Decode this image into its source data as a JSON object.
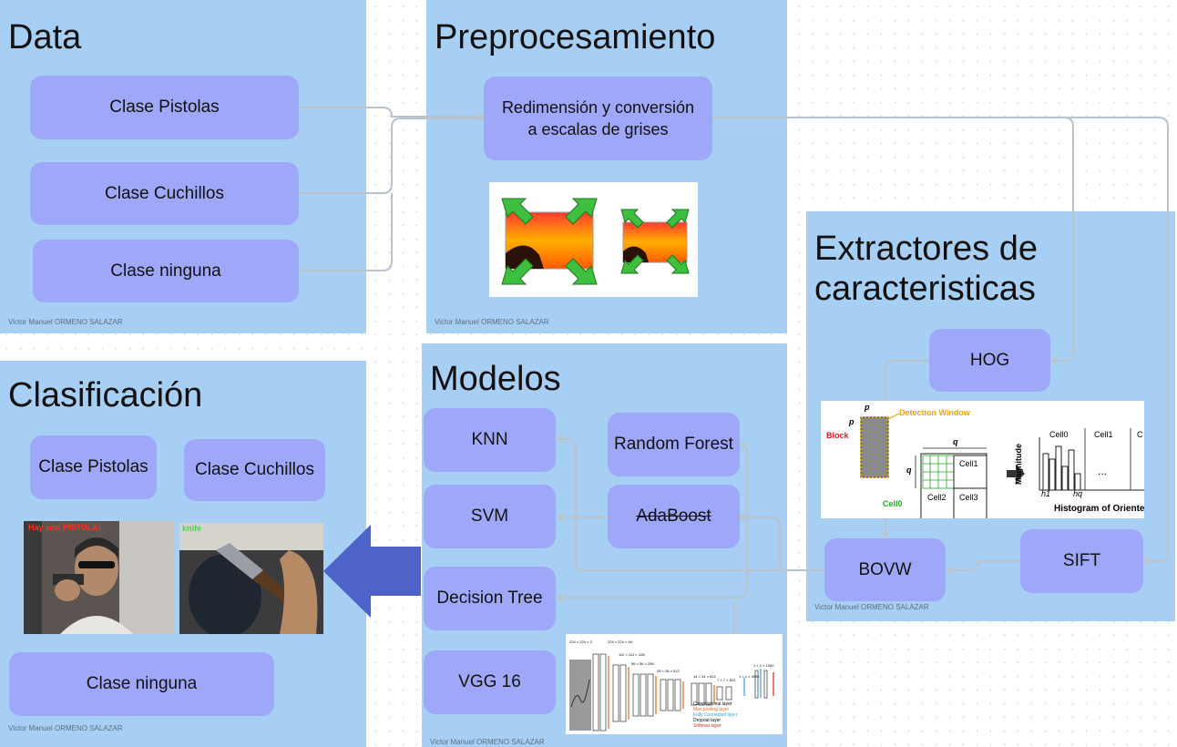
{
  "panels": {
    "data": {
      "title": "Data",
      "credit": "Victor Manuel ORMENO SALAZAR"
    },
    "preprocesamiento": {
      "title": "Preprocesamiento",
      "credit": "Victor Manuel ORMENO SALAZAR"
    },
    "extractores": {
      "title": "Extractores de\ncaracteristicas",
      "credit": "Victor Manuel ORMENO SALAZAR"
    },
    "modelos": {
      "title": "Modelos",
      "credit": "Victor Manuel ORMENO SALAZAR"
    },
    "clasificacion": {
      "title": "Clasificación",
      "credit": "Victor Manuel ORMENO SALAZAR"
    }
  },
  "data_nodes": [
    "Clase Pistolas",
    "Clase Cuchillos",
    "Clase ninguna"
  ],
  "preprocess_node": "Redimensión y conversión\na escalas de grises",
  "extractor_nodes": {
    "hog": "HOG",
    "sift": "SIFT",
    "bovw": "BOVW"
  },
  "model_nodes": {
    "knn": "KNN",
    "svm": "SVM",
    "decision_tree": "Decision Tree",
    "vgg16": "VGG 16",
    "random_forest": "Random Forest",
    "adaboost": "AdaBoost"
  },
  "class_nodes": {
    "pistolas": "Clase Pistolas",
    "cuchillos": "Clase Cuchillos",
    "ninguna": "Clase ninguna"
  },
  "hog_figure": {
    "p": "p",
    "detection_window": "Detection Window",
    "block": "Block",
    "q": "q",
    "cell0": "Cell0",
    "cell1": "Cell1",
    "cell2": "Cell2",
    "cell3": "Cell3",
    "magnitude": "Magnitude",
    "hist_cell0": "Cell0",
    "hist_cell1": "Cell1",
    "hist_c": "C",
    "ellipsis": "...",
    "h1": "h1",
    "hq": "hq",
    "histogram": "Histogram of Oriente"
  },
  "photos": {
    "left_label": "Hay uno PISTOLA!",
    "right_label": "knife"
  },
  "vgg_figure": {
    "dims": [
      "224 × 224 × 3",
      "224 × 224 × 64",
      "112 × 112 × 128",
      "56 × 56 × 256",
      "28 × 28 × 512",
      "14 × 14 × 512",
      "7 × 7 × 512",
      "1 × 1 × 4096",
      "1 × 1 × 1000"
    ],
    "legend": [
      "Convolutional layer",
      "Max pooling layer",
      "Fully Connected layer",
      "Dropout layer",
      "Softmax layer"
    ]
  },
  "colors": {
    "panel": "#a7cff3",
    "node": "#9fa8f8",
    "connector": "#b9c3cc",
    "big_arrow": "#4e63c9",
    "accent_orange": "#f0a500",
    "hog_red": "#e02020",
    "hog_green": "#22aa22"
  }
}
